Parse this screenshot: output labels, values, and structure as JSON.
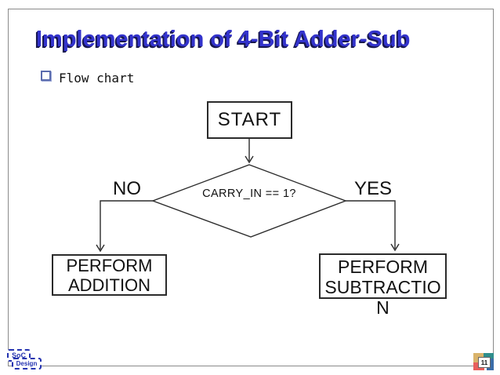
{
  "slide": {
    "title": "Implementation of 4-Bit Adder-Sub",
    "bullet_label": "Flow chart",
    "page_number": "11"
  },
  "flowchart": {
    "type": "flowchart",
    "start_label": "START",
    "decision_label": "CARRY_IN == 1?",
    "no_label": "NO",
    "yes_label": "YES",
    "addition_line1": "PERFORM",
    "addition_line2": "ADDITION",
    "subtraction_line1": "PERFORM",
    "subtraction_line2": "SUBTRACTIO",
    "subtraction_line3": "N",
    "edges": [
      {
        "from": "start",
        "to": "decision"
      },
      {
        "from": "decision",
        "to": "perform-addition",
        "label": "NO"
      },
      {
        "from": "decision",
        "to": "perform-subtraction",
        "label": "YES"
      }
    ]
  },
  "logo": {
    "line1": "SoC",
    "line2": "Design"
  },
  "colors": {
    "title_blue": "#3333cc",
    "title_shadow": "#17174e",
    "logo_blue": "#2433b0",
    "badge_tan": "#d9b36a",
    "badge_teal": "#2f8e8c",
    "badge_red": "#e85f5c",
    "badge_blue": "#3a6ca8",
    "line_color": "#2b2b2b"
  }
}
